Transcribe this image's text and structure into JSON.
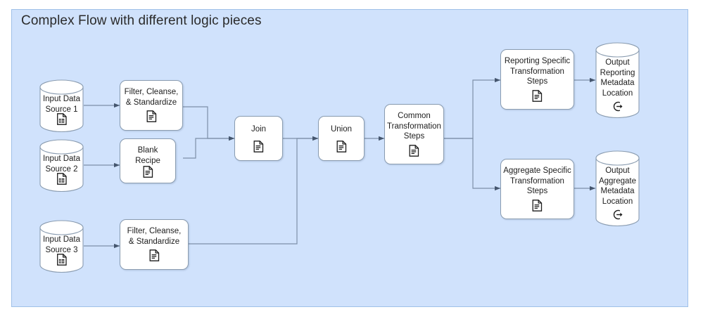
{
  "panel": {
    "title": "Complex Flow with different logic pieces",
    "background_color": "#d0e2fc",
    "border_color": "#9fc0e8"
  },
  "style": {
    "node_fill": "#ffffff",
    "node_border": "#8a9cb0",
    "edge_color": "#63728a",
    "text_color": "#1d1d1d"
  },
  "nodes": {
    "source1": {
      "label": "Input Data\nSource 1",
      "shape": "cylinder",
      "icon": "file-document-icon"
    },
    "source2": {
      "label": "Input Data\nSource 2",
      "shape": "cylinder",
      "icon": "file-document-icon"
    },
    "source3": {
      "label": "Input Data\nSource 3",
      "shape": "cylinder",
      "icon": "file-document-icon"
    },
    "filter1": {
      "label": "Filter, Cleanse,\n& Standardize",
      "shape": "rounded-rect",
      "icon": "recipe-document-icon"
    },
    "blank_recipe": {
      "label": "Blank\nRecipe",
      "shape": "rounded-rect",
      "icon": "recipe-document-icon"
    },
    "filter3": {
      "label": "Filter, Cleanse,\n& Standardize",
      "shape": "rounded-rect",
      "icon": "recipe-document-icon"
    },
    "join": {
      "label": "Join",
      "shape": "rounded-rect",
      "icon": "recipe-document-icon"
    },
    "union": {
      "label": "Union",
      "shape": "rounded-rect",
      "icon": "recipe-document-icon"
    },
    "common": {
      "label": "Common\nTransformation\nSteps",
      "shape": "rounded-rect",
      "icon": "recipe-document-icon"
    },
    "reporting": {
      "label": "Reporting Specific\nTransformation\nSteps",
      "shape": "rounded-rect",
      "icon": "recipe-document-icon"
    },
    "aggregate": {
      "label": "Aggregate Specific\nTransformation\nSteps",
      "shape": "rounded-rect",
      "icon": "recipe-document-icon"
    },
    "out_reporting": {
      "label": "Output\nReporting\nMetadata\nLocation",
      "shape": "cylinder",
      "icon": "export-arrow-icon"
    },
    "out_aggregate": {
      "label": "Output\nAggregate\nMetadata\nLocation",
      "shape": "cylinder",
      "icon": "export-arrow-icon"
    }
  },
  "edges": [
    {
      "from": "source1",
      "to": "filter1"
    },
    {
      "from": "source2",
      "to": "blank_recipe"
    },
    {
      "from": "source3",
      "to": "filter3"
    },
    {
      "from": "filter1",
      "to": "join"
    },
    {
      "from": "blank_recipe",
      "to": "join"
    },
    {
      "from": "join",
      "to": "union"
    },
    {
      "from": "filter3",
      "to": "union"
    },
    {
      "from": "union",
      "to": "common"
    },
    {
      "from": "common",
      "to": "reporting"
    },
    {
      "from": "common",
      "to": "aggregate"
    },
    {
      "from": "reporting",
      "to": "out_reporting"
    },
    {
      "from": "aggregate",
      "to": "out_aggregate"
    }
  ]
}
